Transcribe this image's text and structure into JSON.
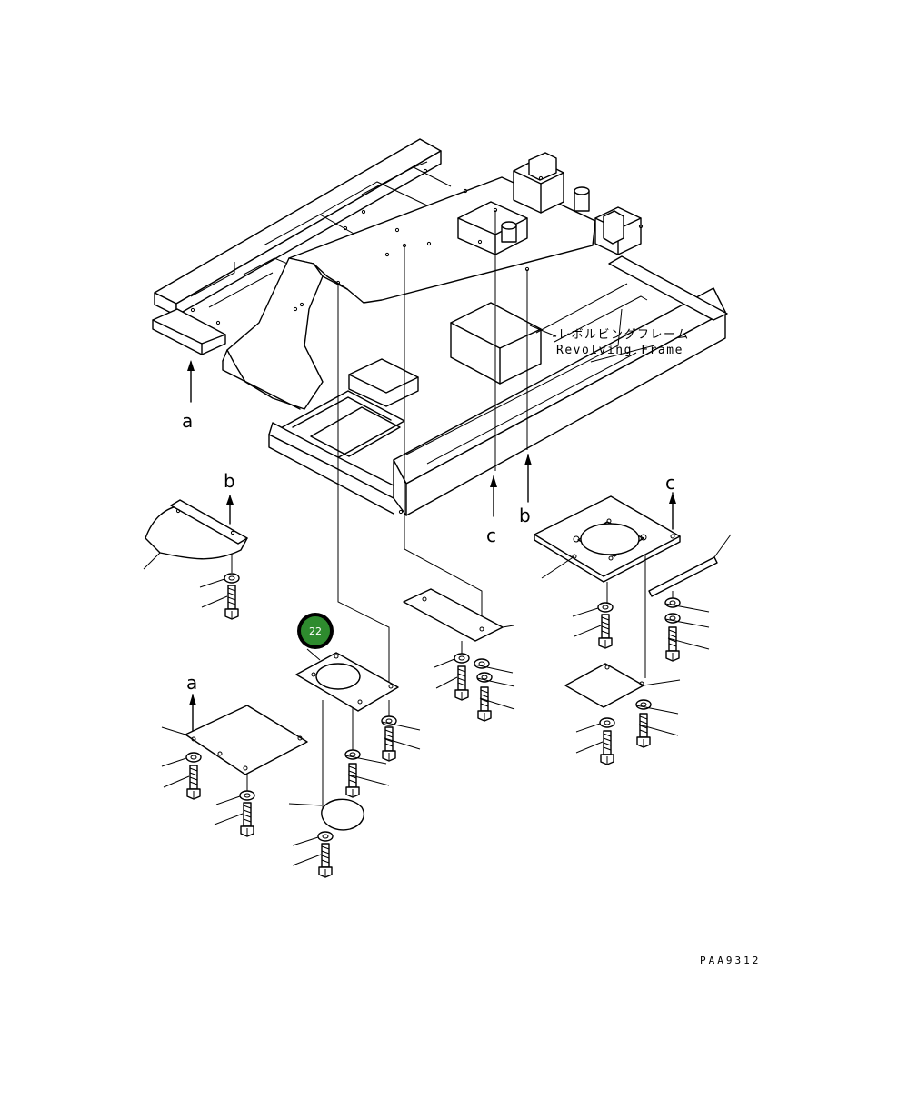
{
  "frame_label_jp": "レボルビングフレーム",
  "frame_label_en": "Revolving Frame",
  "drawing_code": "PAA9312",
  "callout": {
    "number": "22",
    "color": "#2e8b2e"
  },
  "view_letters": {
    "a_top": "a",
    "b_top": "b",
    "c_top": "c",
    "b_left": "b",
    "c_right": "c",
    "a_left": "a"
  }
}
